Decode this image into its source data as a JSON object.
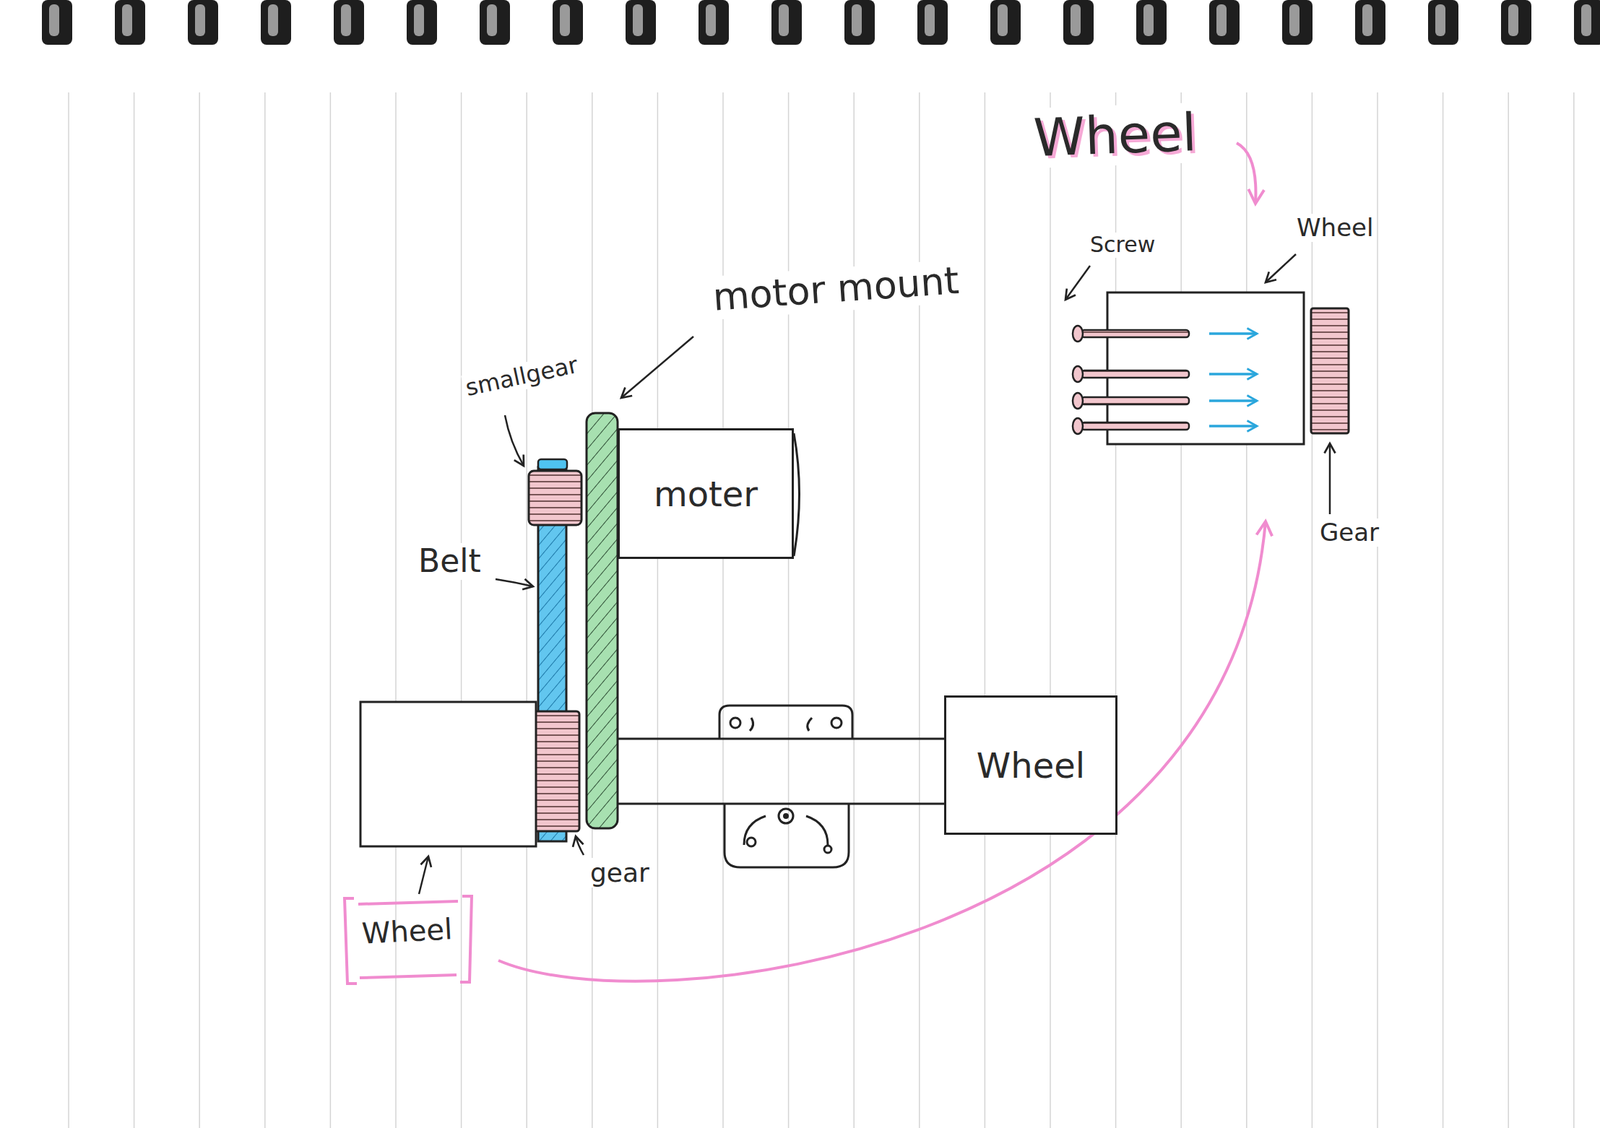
{
  "diagram": {
    "nodes": [
      {
        "text": [
          "moter"
        ]
      },
      {
        "text": [
          "Wheel"
        ]
      }
    ],
    "labels": [
      "Wheel",
      "Screw",
      "Wheel",
      "Gear",
      "motor mount",
      "smallgear",
      "Belt",
      "gear",
      "Wheel"
    ]
  }
}
